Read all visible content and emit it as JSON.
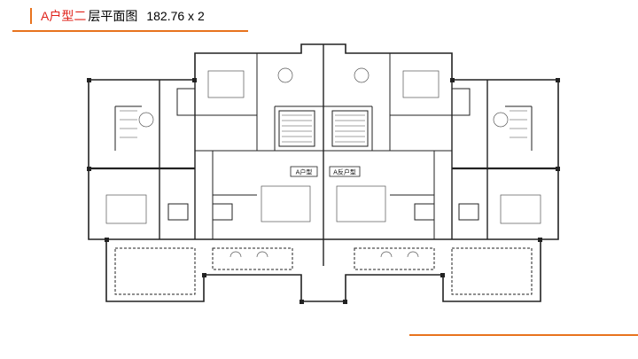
{
  "header": {
    "title_accent": "A户型二",
    "title_main": "层平面图",
    "area": "182.76 x 2"
  },
  "colors": {
    "accent": "#e8731e",
    "title_red": "#e0221a"
  },
  "plan": {
    "unit_left": "A户型",
    "unit_right": "A反户型"
  }
}
